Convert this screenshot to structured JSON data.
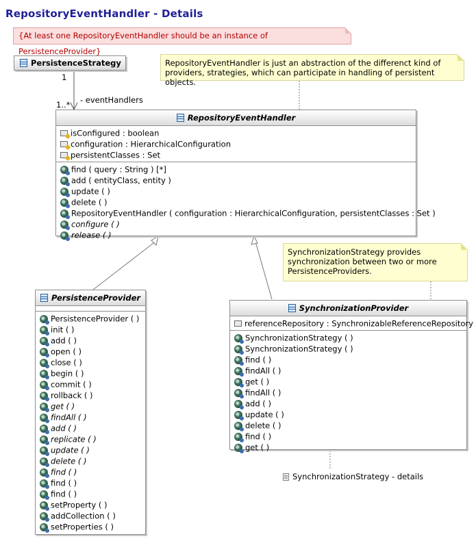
{
  "title": "RepositoryEventHandler - Details",
  "constraint": "{At least one RepositoryEventHandler should be an instance of PersistenceProvider}",
  "persistence_strategy": {
    "name": "PersistenceStrategy"
  },
  "association": {
    "multiplicity_source": "1",
    "multiplicity_target": "1..*",
    "role": "- eventHandlers"
  },
  "note_handler": {
    "line1": "RepositoryEventHandler is just an abstraction of the differenct kind of",
    "line2": "providers, strategies, which can participate in handling of persistent objects."
  },
  "note_sync": {
    "line1": "SynchronizationStrategy provides",
    "line2": "synchronization between two or more",
    "line3": "PersistenceProviders."
  },
  "repository_event_handler": {
    "name": "RepositoryEventHandler",
    "attributes": [
      "isConfigured : boolean",
      "configuration : HierarchicalConfiguration",
      "persistentClasses : Set"
    ],
    "operations": [
      "find ( query : String ) [*]",
      "add ( entityClass, entity )",
      "update ( )",
      "delete ( )",
      "RepositoryEventHandler ( configuration : HierarchicalConfiguration, persistentClasses : Set )",
      "configure ( )",
      "release ( )"
    ]
  },
  "persistence_provider": {
    "name": "PersistenceProvider",
    "operations": [
      "PersistenceProvider ( )",
      "init ( )",
      "add ( )",
      "open ( )",
      "close ( )",
      "begin ( )",
      "commit ( )",
      "rollback ( )",
      "get ( )",
      "findAll ( )",
      "add ( )",
      "replicate ( )",
      "update ( )",
      "delete ( )",
      "find ( )",
      "find ( )",
      "find ( )",
      "setProperty ( )",
      "addCollection ( )",
      "setProperties ( )"
    ]
  },
  "synchronization_provider": {
    "name": "SynchronizationProvider",
    "attributes": [
      "referenceRepository : SynchronizableReferenceRepository"
    ],
    "operations": [
      "SynchronizationStrategy ( )",
      "SynchronizationStrategy ( )",
      "find ( )",
      "findAll ( )",
      "get ( )",
      "findAll ( )",
      "add ( )",
      "update ( )",
      "delete ( )",
      "find ( )",
      "get ( )"
    ]
  },
  "diagram_link": {
    "label": "SynchronizationStrategy - details"
  }
}
